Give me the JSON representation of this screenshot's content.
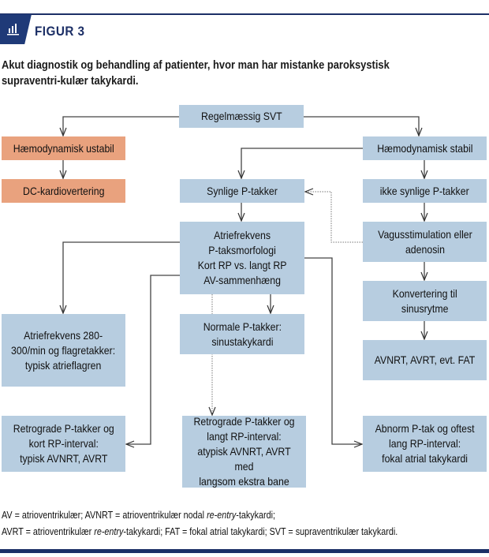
{
  "header": {
    "icon": "bar-chart-icon",
    "figure_label": "FIGUR 3",
    "caption": "Akut diagnostik og behandling af patienter, hvor man har mistanke paroksystisk supraventri-kulær takykardi."
  },
  "colors": {
    "accent_navy": "#1c2f66",
    "box_blue": "#b7cde0",
    "box_orange": "#e9a27e"
  },
  "nodes": {
    "regelmaessig_svt": "Regelmæssig SVT",
    "haemo_ustabil": "Hæmodynamisk ustabil",
    "dc_kardiovertering": "DC-kardiovertering",
    "haemo_stabil": "Hæmodynamisk stabil",
    "synlige_p": "Synlige P-takker",
    "ikke_synlige_p": "ikke synlige P-takker",
    "atriefrekvens_analyse": "Atriefrekvens\nP-taksmorfologi\nKort RP vs. langt RP\nAV-sammenhæng",
    "vagus": "Vagusstimulation eller\nadenosin",
    "konvertering": "Konvertering til\nsinusrytme",
    "avnrt_avrt_fat": "AVNRT, AVRT, evt. FAT",
    "atrieflagren": "Atriefrekvens 280-\n300/min og flagretakker:\ntypisk atrieflagren",
    "normale_p": "Normale P-takker:\nsinustakykardi",
    "retrograd_kort": "Retrograde P-takker og\nkort RP-interval:\ntypisk AVNRT, AVRT",
    "retrograd_langt": "Retrograde P-takker og\nlangt RP-interval:\natypisk AVNRT, AVRT med\nlangsom ekstra bane",
    "abnorm_p": "Abnorm P-tak og oftest\nlang RP-interval:\nfokal atrial takykardi"
  },
  "edges": [
    {
      "from": "regelmaessig_svt",
      "to": "haemo_ustabil",
      "style": "solid"
    },
    {
      "from": "regelmaessig_svt",
      "to": "haemo_stabil",
      "style": "solid"
    },
    {
      "from": "haemo_ustabil",
      "to": "dc_kardiovertering",
      "style": "solid"
    },
    {
      "from": "haemo_stabil",
      "to": "synlige_p",
      "style": "solid"
    },
    {
      "from": "haemo_stabil",
      "to": "ikke_synlige_p",
      "style": "solid"
    },
    {
      "from": "ikke_synlige_p",
      "to": "vagus",
      "style": "solid"
    },
    {
      "from": "vagus",
      "to": "synlige_p",
      "style": "dotted"
    },
    {
      "from": "vagus",
      "to": "konvertering",
      "style": "solid"
    },
    {
      "from": "konvertering",
      "to": "avnrt_avrt_fat",
      "style": "solid"
    },
    {
      "from": "synlige_p",
      "to": "atriefrekvens_analyse",
      "style": "solid"
    },
    {
      "from": "atriefrekvens_analyse",
      "to": "atrieflagren",
      "style": "solid"
    },
    {
      "from": "atriefrekvens_analyse",
      "to": "normale_p",
      "style": "solid"
    },
    {
      "from": "atriefrekvens_analyse",
      "to": "retrograd_kort",
      "style": "solid"
    },
    {
      "from": "atriefrekvens_analyse",
      "to": "retrograd_langt",
      "style": "dotted"
    },
    {
      "from": "atriefrekvens_analyse",
      "to": "abnorm_p",
      "style": "solid"
    }
  ],
  "footnote": {
    "line1_a": "AV = atrioventrikulær; AVNRT = atrioventrikulær nodal ",
    "line1_i": "re-entry",
    "line1_b": "-takykardi;",
    "line2_a": "AVRT = atrioventrikulær ",
    "line2_i": "re-entry",
    "line2_b": "-takykardi; FAT = fokal atrial takykardi; SVT = supraventrikulær takykardi."
  }
}
